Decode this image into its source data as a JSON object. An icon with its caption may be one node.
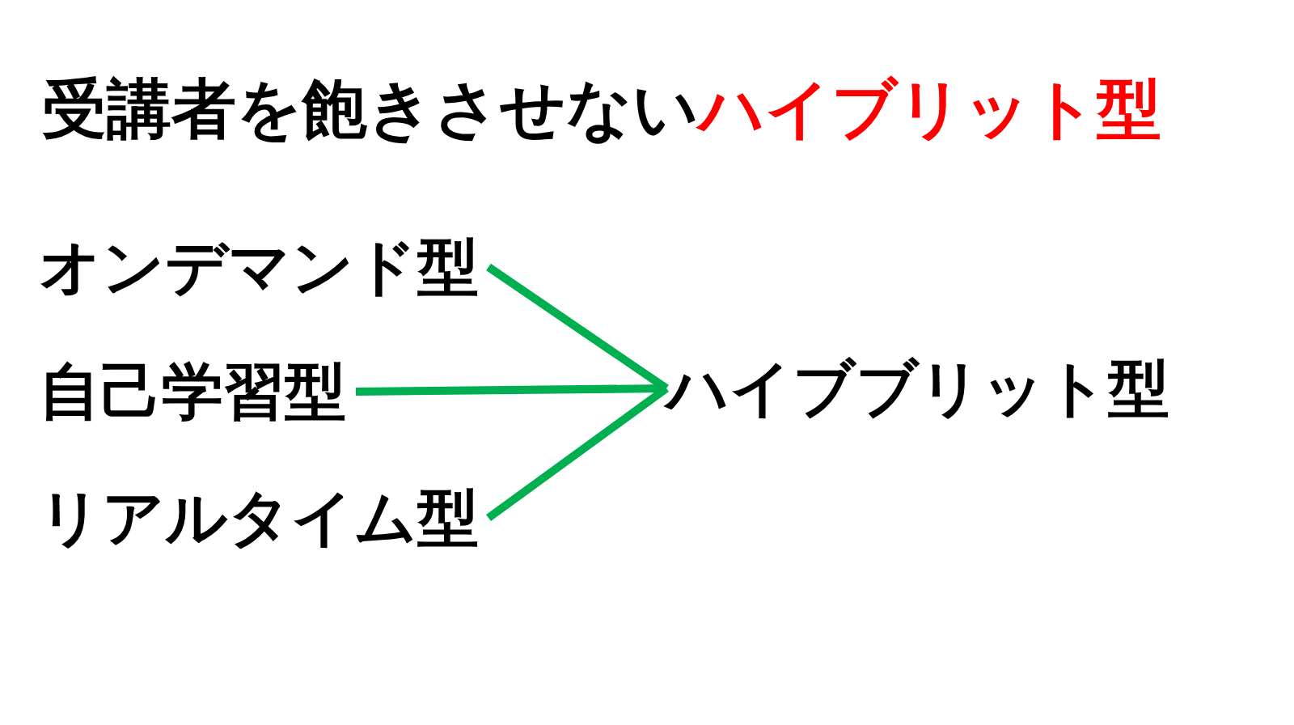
{
  "diagram": {
    "title": "受講者を飽きさせない**ハイブリット型**",
    "nodes": [
      {
        "text": [
          "オンデマンド型"
        ]
      },
      {
        "text": [
          "自己学習型"
        ]
      },
      {
        "text": [
          "リアルタイム型"
        ]
      },
      {
        "text": [
          "ハイブブリット型"
        ]
      }
    ],
    "edges": [
      {
        "from": 0,
        "to": 3,
        "arrow": "none"
      },
      {
        "from": 1,
        "to": 3,
        "arrow": "none"
      },
      {
        "from": 2,
        "to": 3,
        "arrow": "none"
      }
    ]
  }
}
